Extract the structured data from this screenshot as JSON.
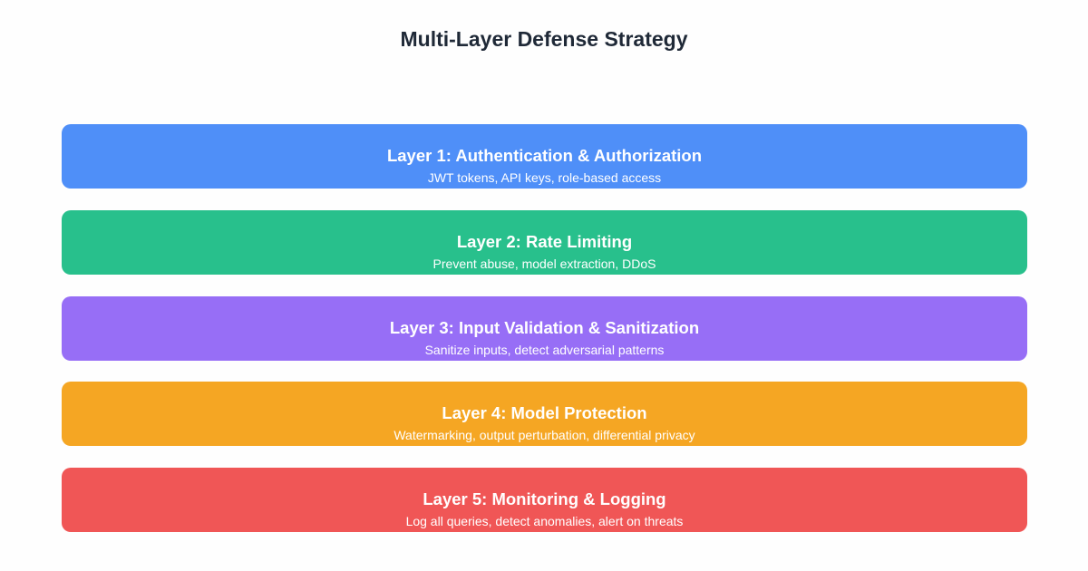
{
  "title": "Multi-Layer Defense Strategy",
  "layers": [
    {
      "name": "Layer 1: Authentication & Authorization",
      "desc": "JWT tokens, API keys, role-based access",
      "color": "#4f8ff8"
    },
    {
      "name": "Layer 2: Rate Limiting",
      "desc": "Prevent abuse, model extraction, DDoS",
      "color": "#28c08c"
    },
    {
      "name": "Layer 3: Input Validation & Sanitization",
      "desc": "Sanitize inputs, detect adversarial patterns",
      "color": "#976ef6"
    },
    {
      "name": "Layer 4: Model Protection",
      "desc": "Watermarking, output perturbation, differential privacy",
      "color": "#f5a623"
    },
    {
      "name": "Layer 5: Monitoring & Logging",
      "desc": "Log all queries, detect anomalies, alert on threats",
      "color": "#f05656"
    }
  ]
}
